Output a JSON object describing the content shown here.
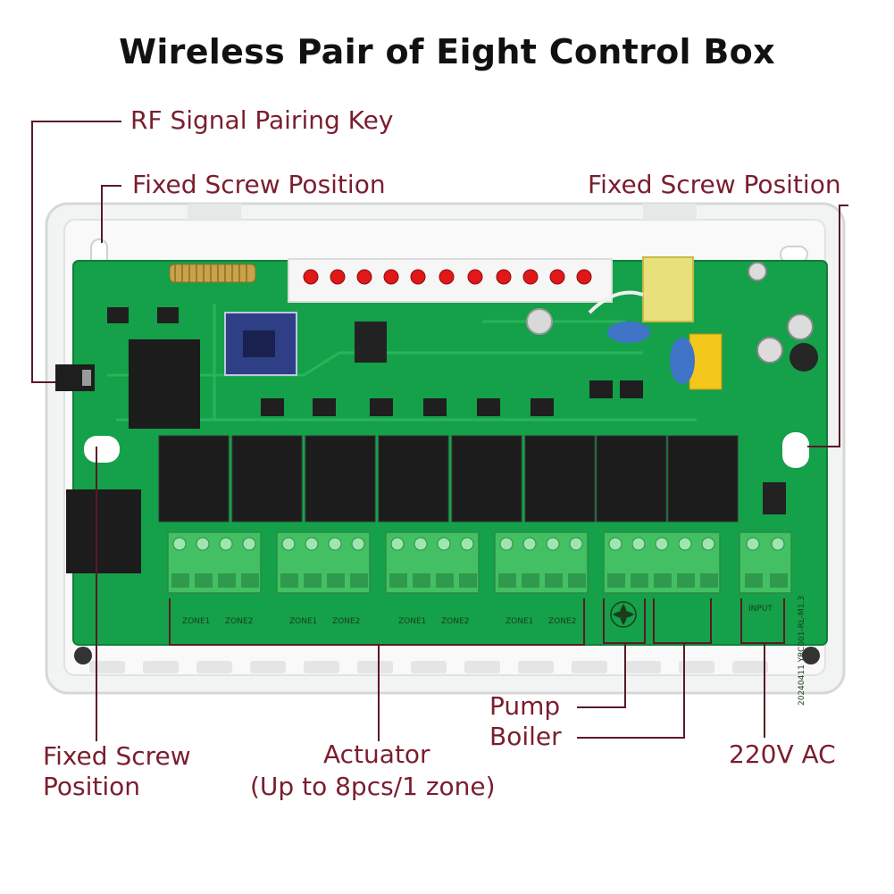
{
  "title": "Wireless Pair of Eight Control Box",
  "labels": {
    "rf_key": "RF Signal Pairing Key",
    "screw_top_left": "Fixed Screw Position",
    "screw_top_right": "Fixed Screw Position",
    "screw_bottom_left_1": "Fixed Screw",
    "screw_bottom_left_2": "Position",
    "actuator_1": "Actuator",
    "actuator_2": "(Up to 8pcs/1 zone)",
    "pump": "Pump",
    "boiler": "Boiler",
    "power": "220V AC"
  },
  "board": {
    "zone_labels": [
      "ZONE1",
      "ZONE2",
      "ZONE1",
      "ZONE2",
      "ZONE1",
      "ZONE2",
      "ZONE1",
      "ZONE2"
    ],
    "input_label": "INPUT",
    "pcb_marking": "20240411  YRC001-RL-M1.3"
  },
  "colors": {
    "label": "#7a1e2e",
    "pcb": "#15a04a",
    "relay": "#1c1c1c",
    "terminal": "#43c063",
    "leader_line": "#5a1a25"
  }
}
